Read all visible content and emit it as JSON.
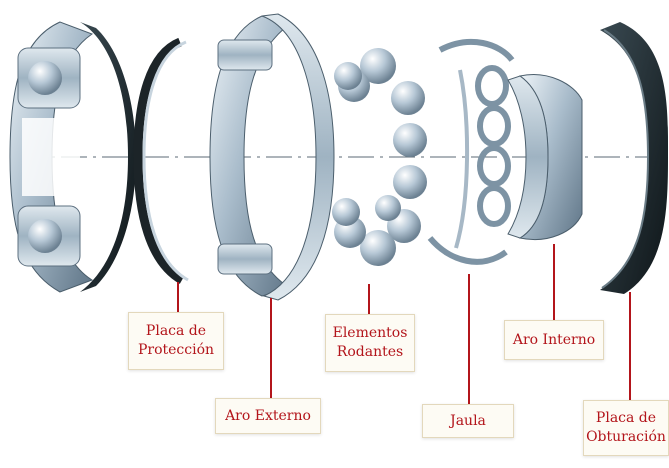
{
  "colors": {
    "label_text": "#b3151b",
    "leader_line": "#b3151b",
    "label_bg": "#fdfbf4",
    "steel": "#b9c9d6",
    "seal_dark": "#1f2a2e"
  },
  "components": [
    {
      "id": "placa-proteccion",
      "lines": [
        "Placa de",
        "Protección"
      ]
    },
    {
      "id": "aro-externo",
      "lines": [
        "Aro Externo"
      ]
    },
    {
      "id": "elementos-rodantes",
      "lines": [
        "Elementos",
        "Rodantes"
      ]
    },
    {
      "id": "jaula",
      "lines": [
        "Jaula"
      ]
    },
    {
      "id": "aro-interno",
      "lines": [
        "Aro Interno"
      ]
    },
    {
      "id": "placa-obturacion",
      "lines": [
        "Placa de",
        "Obturación"
      ]
    }
  ]
}
